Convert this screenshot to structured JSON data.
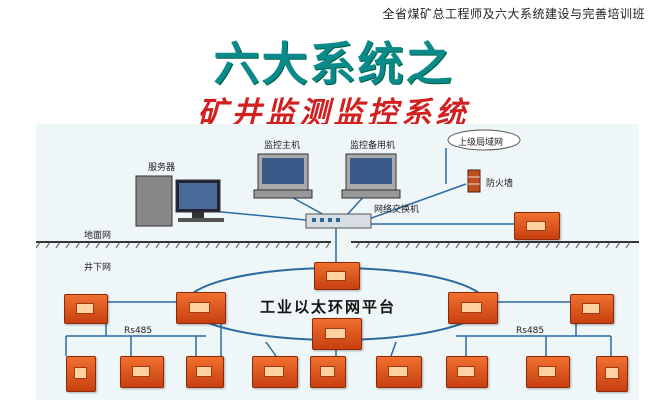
{
  "header": {
    "banner_text": "全省煤矿总工程师及六大系统建设与完善培训班",
    "title": "六大系统之",
    "subtitle": "矿井监测监控系统"
  },
  "diagram": {
    "labels": {
      "server": "服务器",
      "monitor_host": "监控主机",
      "backup_host": "监控备用机",
      "upper_lan": "上级局域网",
      "firewall": "防火墙",
      "switch": "网络交换机",
      "ground_net": "地面网",
      "underground_net": "井下网",
      "ring_platform": "工业以太环网平台",
      "rs485_left": "Rs485",
      "rs485_right": "Rs485"
    },
    "colors": {
      "title": "#0a8a8a",
      "subtitle": "#d22020",
      "device": "#e05a20",
      "network_line": "#2a6aa0"
    }
  }
}
